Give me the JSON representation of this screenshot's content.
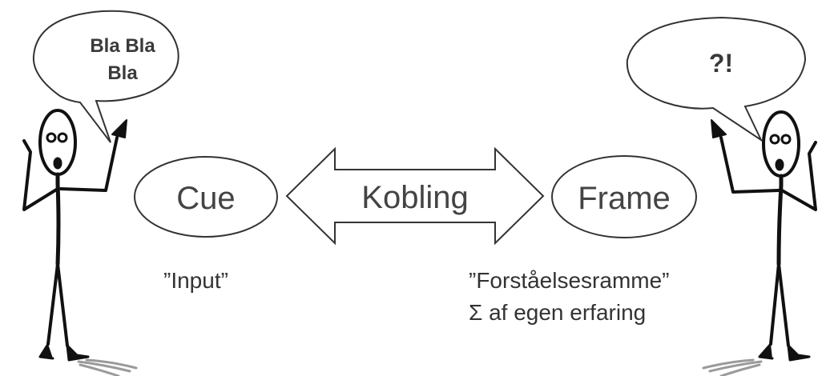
{
  "speech_left": {
    "line1": "Bla Bla",
    "line2": "Bla"
  },
  "speech_right": {
    "text": "?!"
  },
  "cue": {
    "label": "Cue",
    "caption": "”Input”"
  },
  "arrow": {
    "label": "Kobling"
  },
  "frame": {
    "label": "Frame",
    "caption_line1": "”Forståelsesramme”",
    "caption_line2": "Σ af egen erfaring"
  },
  "colors": {
    "stroke": "#333333",
    "text": "#444444",
    "figure": "#111111",
    "shadow": "#9a9a9a"
  }
}
